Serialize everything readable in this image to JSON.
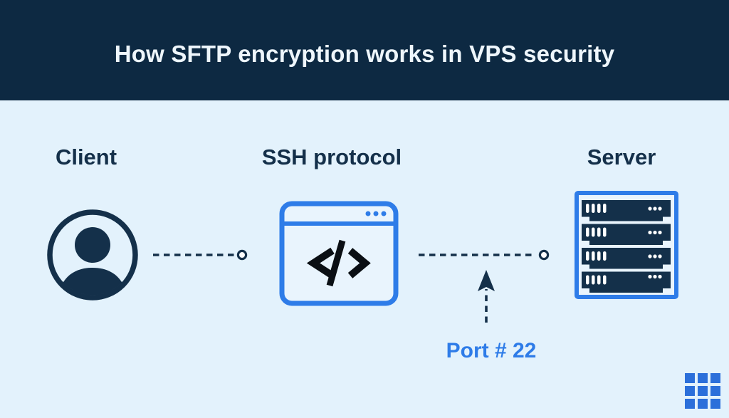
{
  "header": {
    "title": "How SFTP encryption works in VPS security"
  },
  "diagram": {
    "client": {
      "label": "Client",
      "icon": "user-circle-icon"
    },
    "ssh": {
      "label": "SSH protocol",
      "icon": "code-window-icon"
    },
    "server": {
      "label": "Server",
      "icon": "server-rack-icon"
    },
    "port_label": "Port # 22",
    "connections": [
      {
        "from": "client",
        "to": "ssh",
        "style": "dashed-with-endpoint-circle"
      },
      {
        "from": "ssh",
        "to": "server",
        "style": "dashed-with-endpoint-circle"
      }
    ],
    "annotation": {
      "text": "Port # 22",
      "points_to": "ssh-to-server-connection",
      "style": "dashed-up-arrow"
    }
  },
  "footer": {
    "logo": "blue-3x3-grid"
  },
  "colors": {
    "header_bg": "#0d2942",
    "body_bg": "#e3f2fc",
    "dark_navy": "#14304a",
    "accent_blue": "#2e7ce8",
    "logo_blue": "#2b6fda",
    "title_text": "#eef6fc",
    "panel_fill": "#e9f4fd",
    "code_glyph": "#0b0f14"
  }
}
